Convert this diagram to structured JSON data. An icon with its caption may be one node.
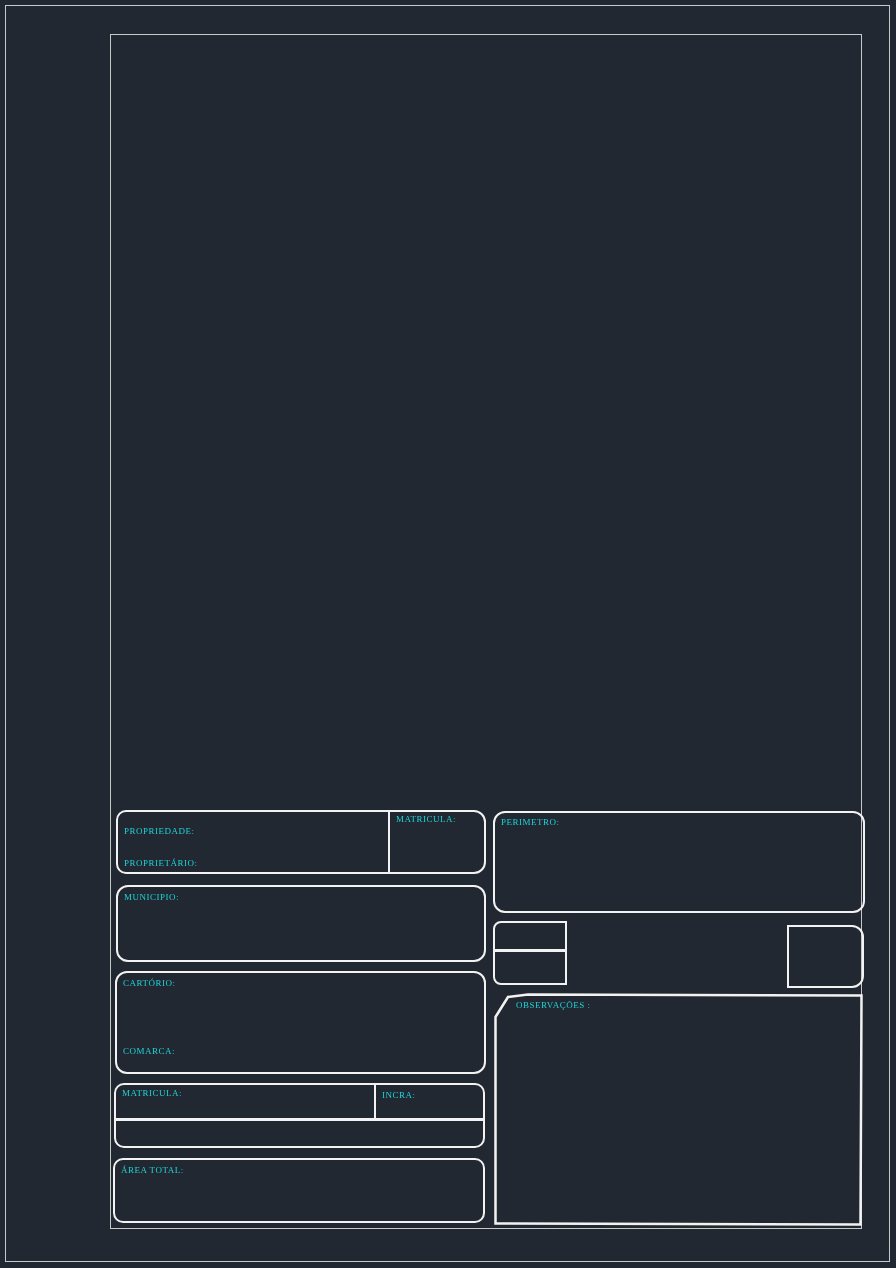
{
  "diagram": {
    "nodes": [
      {
        "text": [
          "PROPRIEDADE:",
          "PROPRIETÁRIO:"
        ]
      },
      {
        "text": [
          "MATRICULA:"
        ]
      },
      {
        "text": [
          "MUNICIPIO:"
        ]
      },
      {
        "text": [
          "CARTÓRIO:",
          "COMARCA:"
        ]
      },
      {
        "text": [
          "MATRICULA:"
        ]
      },
      {
        "text": [
          "INCRA:"
        ]
      },
      {
        "text": [],
        "shape": "box"
      },
      {
        "text": [
          "ÁREA TOTAL:"
        ]
      },
      {
        "text": [
          "PERIMETRO:"
        ]
      },
      {
        "text": [],
        "shape": "box"
      },
      {
        "text": [],
        "shape": "box"
      },
      {
        "text": [],
        "shape": "box"
      },
      {
        "text": [
          "OBSERVAÇÕES :"
        ]
      }
    ]
  }
}
